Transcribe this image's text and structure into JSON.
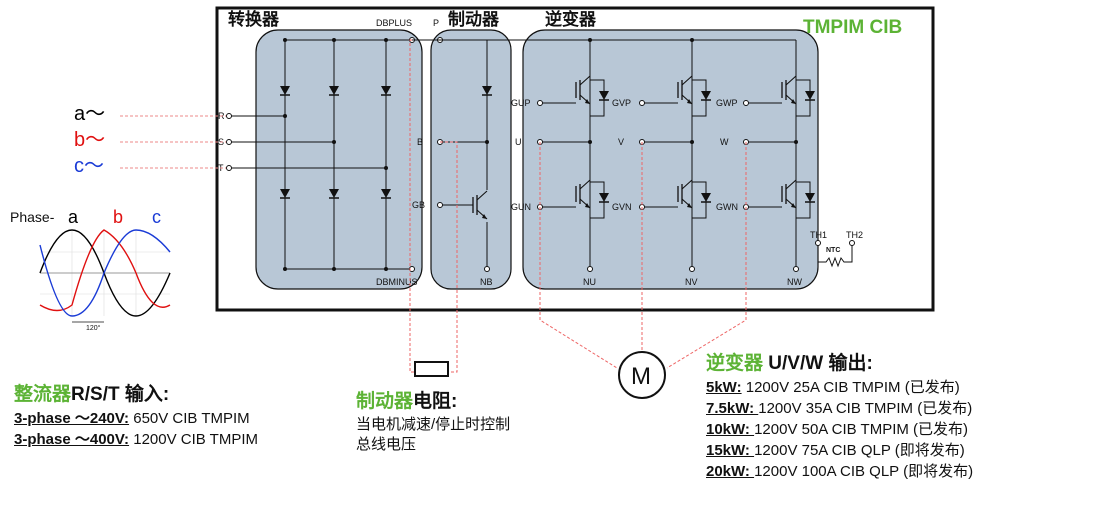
{
  "header": {
    "converter": "转换器",
    "brake": "制动器",
    "inverter": "逆变器",
    "product": "TMPIM CIB"
  },
  "pins": {
    "dbplus": "DBPLUS",
    "p": "P",
    "dbminus": "DBMINUS",
    "nb": "NB",
    "r": "R",
    "s": "S",
    "t": "T",
    "b": "B",
    "gb": "GB",
    "gup": "GUP",
    "gvp": "GVP",
    "gwp": "GWP",
    "u": "U",
    "v": "V",
    "w": "W",
    "gun": "GUN",
    "gvn": "GVN",
    "gwn": "GWN",
    "nu": "NU",
    "nv": "NV",
    "nw": "NW",
    "th1": "TH1",
    "th2": "TH2",
    "ntc": "NTC"
  },
  "phases": {
    "a": "a～",
    "b": "b～",
    "c": "c～",
    "plot_title": "Phase-",
    "plot_a": "a",
    "plot_b": "b",
    "plot_c": "c",
    "angle": "120°"
  },
  "motor": "M",
  "colors": {
    "green": "#5cb335",
    "module_fill": "#b8c7d6",
    "phase_a": "#000000",
    "phase_b": "#e01010",
    "phase_c": "#1a3bd6"
  },
  "rectifier_input": {
    "title_green": "整流器",
    "title_black": "R/S/T 输入:",
    "rows": [
      {
        "label": "3-phase ～240V:",
        "text": " 650V CIB TMPIM"
      },
      {
        "label": "3-phase ～400V:",
        "text": " 1200V CIB TMPIM"
      }
    ]
  },
  "brake_resistor": {
    "title_green": "制动器",
    "title_black": "电阻:",
    "line1": "当电机减速/停止时控制",
    "line2": "总线电压"
  },
  "inverter_output": {
    "title_green": "逆变器",
    "title_black": " U/V/W 输出:",
    "rows": [
      {
        "label": "5kW:",
        "text": " 1200V 25A CIB TMPIM (已发布)"
      },
      {
        "label": "7.5kW: ",
        "text": " 1200V 35A CIB TMPIM (已发布)"
      },
      {
        "label": "10kW: ",
        "text": " 1200V 50A CIB TMPIM (已发布)"
      },
      {
        "label": "15kW: ",
        "text": " 1200V 75A CIB QLP (即将发布)"
      },
      {
        "label": "20kW: ",
        "text": " 1200V 100A CIB QLP (即将发布)"
      }
    ]
  }
}
